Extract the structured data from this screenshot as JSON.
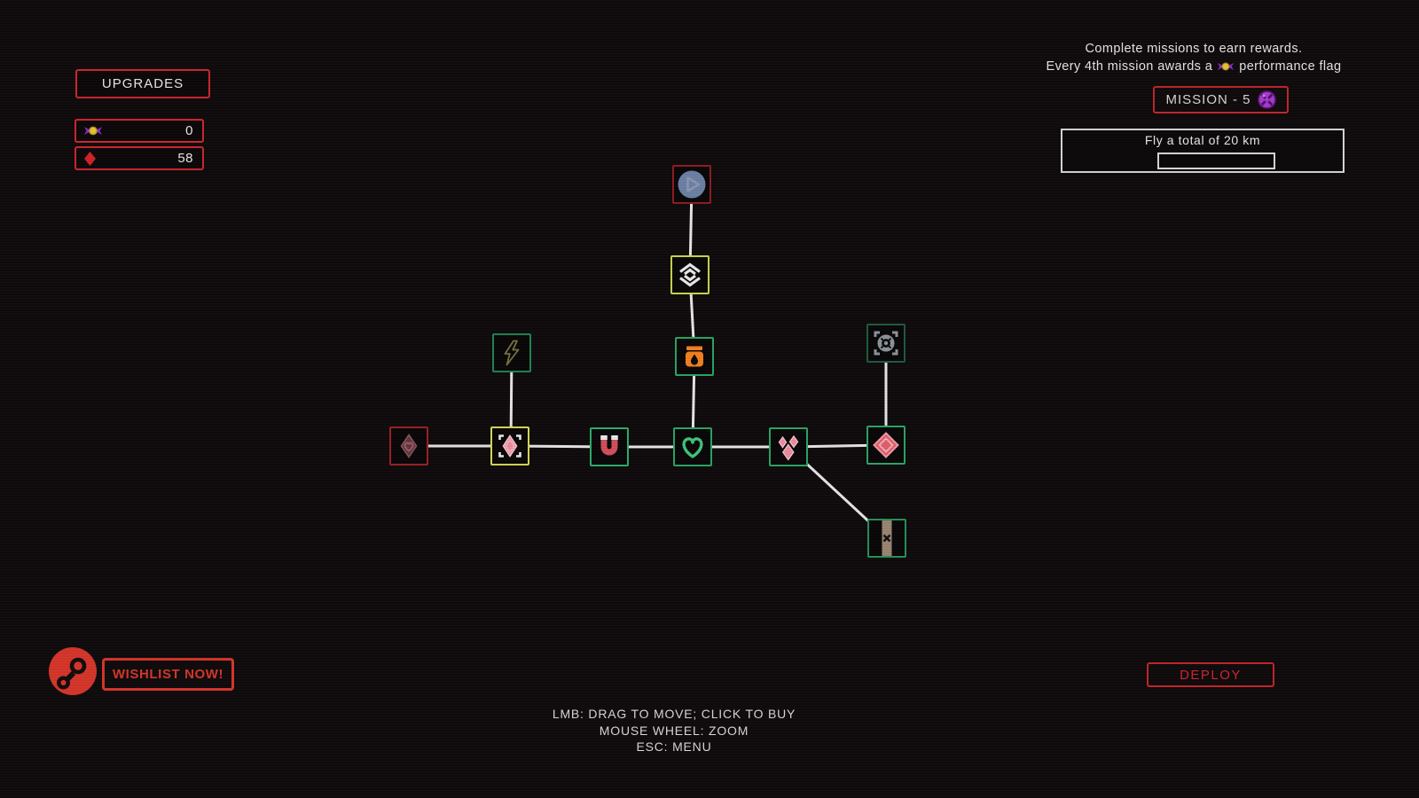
{
  "upgrades_panel": {
    "title": "UPGRADES",
    "flag_count": "0",
    "diamond_count": "58",
    "flag_icon": "performance-flag-icon",
    "diamond_icon": "red-diamond-icon"
  },
  "mission_panel": {
    "info_line_1": "Complete missions to earn rewards.",
    "info_line_2_prefix": "Every 4th mission awards a",
    "info_line_2_suffix": "performance flag",
    "mission_label": "MISSION - 5",
    "mission_icon": "purple-orb-icon",
    "objective": "Fly a total of 20 km",
    "progress_percent": 0
  },
  "footer": {
    "wishlist_label": "WISHLIST NOW!",
    "steam_icon": "steam-logo-icon",
    "deploy_label": "DEPLOY",
    "help_lines": [
      "LMB: DRAG TO MOVE; CLICK TO BUY",
      "MOUSE WHEEL: ZOOM",
      "ESC: MENU"
    ]
  },
  "tree": {
    "nodes": [
      {
        "id": "start-run",
        "icon": "play-icon",
        "border_color": "#8e1d22",
        "dimmed": true,
        "highlighted": false
      },
      {
        "id": "double-chevron",
        "icon": "double-chevron-icon",
        "border_color": "#ccd64c",
        "dimmed": false,
        "highlighted": true
      },
      {
        "id": "fuel-jar",
        "icon": "jar-icon",
        "border_color": "#2aa665",
        "dimmed": false,
        "highlighted": false
      },
      {
        "id": "health-heart",
        "icon": "heart-icon",
        "border_color": "#2aa665",
        "dimmed": false,
        "highlighted": false
      },
      {
        "id": "energy-bolt",
        "icon": "lightning-icon",
        "border_color": "#1f8752",
        "dimmed": true,
        "highlighted": false
      },
      {
        "id": "gem-selected",
        "icon": "diamond-icon",
        "border_color": "#d9dc52",
        "dimmed": false,
        "highlighted": true
      },
      {
        "id": "gem-heart",
        "icon": "diamond-heart-icon",
        "border_color": "#9c2127",
        "dimmed": true,
        "highlighted": false
      },
      {
        "id": "magnet",
        "icon": "magnet-icon",
        "border_color": "#2fae6c",
        "dimmed": false,
        "highlighted": false
      },
      {
        "id": "gem-cluster",
        "icon": "three-diamonds-icon",
        "border_color": "#2aa665",
        "dimmed": false,
        "highlighted": false
      },
      {
        "id": "big-gem",
        "icon": "big-diamond-icon",
        "border_color": "#2aa665",
        "dimmed": false,
        "highlighted": false
      },
      {
        "id": "targeting",
        "icon": "crosshair-icon",
        "border_color": "#1e5c40",
        "dimmed": true,
        "highlighted": false
      },
      {
        "id": "bandage",
        "icon": "bandage-icon",
        "border_color": "#27915a",
        "dimmed": true,
        "highlighted": false
      }
    ]
  },
  "colors": {
    "background": "#100b0c",
    "red_accent": "#cf2730",
    "steam_red": "#d8372b",
    "line_white": "#e9e9e9",
    "node_green": "#2aa665",
    "node_yellow": "#d9dc52",
    "gem_pink": "#ef8ea1",
    "jar_orange": "#f5831f"
  }
}
